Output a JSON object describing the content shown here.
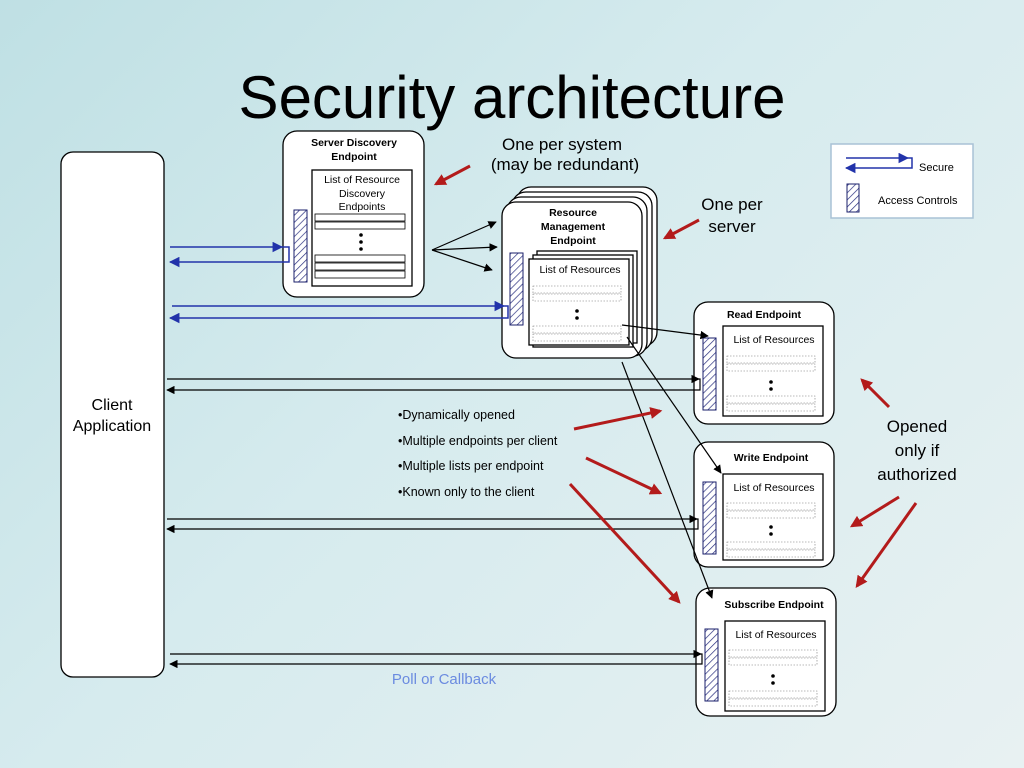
{
  "title": "Security architecture",
  "client": {
    "line1": "Client",
    "line2": "Application"
  },
  "server_discovery": {
    "title_line1": "Server Discovery",
    "title_line2": "Endpoint",
    "list_line1": "List of Resource",
    "list_line2": "Discovery",
    "list_line3": "Endpoints"
  },
  "resource_mgmt": {
    "title_line1": "Resource",
    "title_line2": "Management",
    "title_line3": "Endpoint",
    "list_label": "List of Resources"
  },
  "read_endpoint": {
    "title": "Read Endpoint",
    "list_label": "List of Resources"
  },
  "write_endpoint": {
    "title": "Write Endpoint",
    "list_label": "List of Resources"
  },
  "subscribe_endpoint": {
    "title": "Subscribe Endpoint",
    "list_label": "List of Resources"
  },
  "annotations": {
    "one_per_system_line1": "One per system",
    "one_per_system_line2": "(may be redundant)",
    "one_per_server_line1": "One per",
    "one_per_server_line2": "server",
    "opened_line1": "Opened",
    "opened_line2": "only if",
    "opened_line3": "authorized"
  },
  "bullets": [
    "•Dynamically opened",
    "•Multiple endpoints per client",
    "•Multiple lists per endpoint",
    "•Known only to the client"
  ],
  "poll_label": "Poll or Callback",
  "legend": {
    "secure": "Secure",
    "access_controls": "Access Controls"
  },
  "colors": {
    "secure_arrow": "#2233aa",
    "annotation_arrow": "#b31b1b",
    "poll_text": "#6b8be0"
  }
}
